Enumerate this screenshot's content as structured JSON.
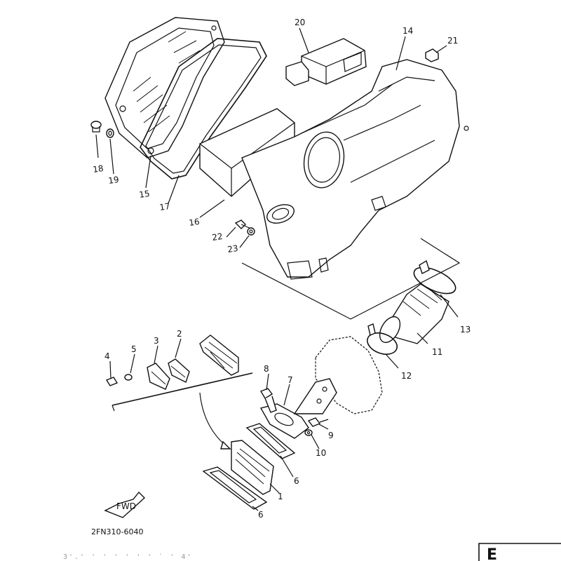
{
  "diagram": {
    "part_labels": {
      "p1": "1",
      "p2": "2",
      "p3": "3",
      "p4": "4",
      "p5": "5",
      "p6a": "6",
      "p6b": "6",
      "p7": "7",
      "p8": "8",
      "p9": "9",
      "p10": "10",
      "p11": "11",
      "p12": "12",
      "p13": "13",
      "p14": "14",
      "p15": "15",
      "p16": "16",
      "p17": "17",
      "p18": "18",
      "p19": "19",
      "p20": "20",
      "p21": "21",
      "p22": "22",
      "p23": "23"
    },
    "fwd_label": "FWD",
    "drawing_code": "2FN310-6040",
    "corner_box_text": "E",
    "bottom_faint_text": "3'.' '  '  '  '  '  ' `  '     4'"
  }
}
